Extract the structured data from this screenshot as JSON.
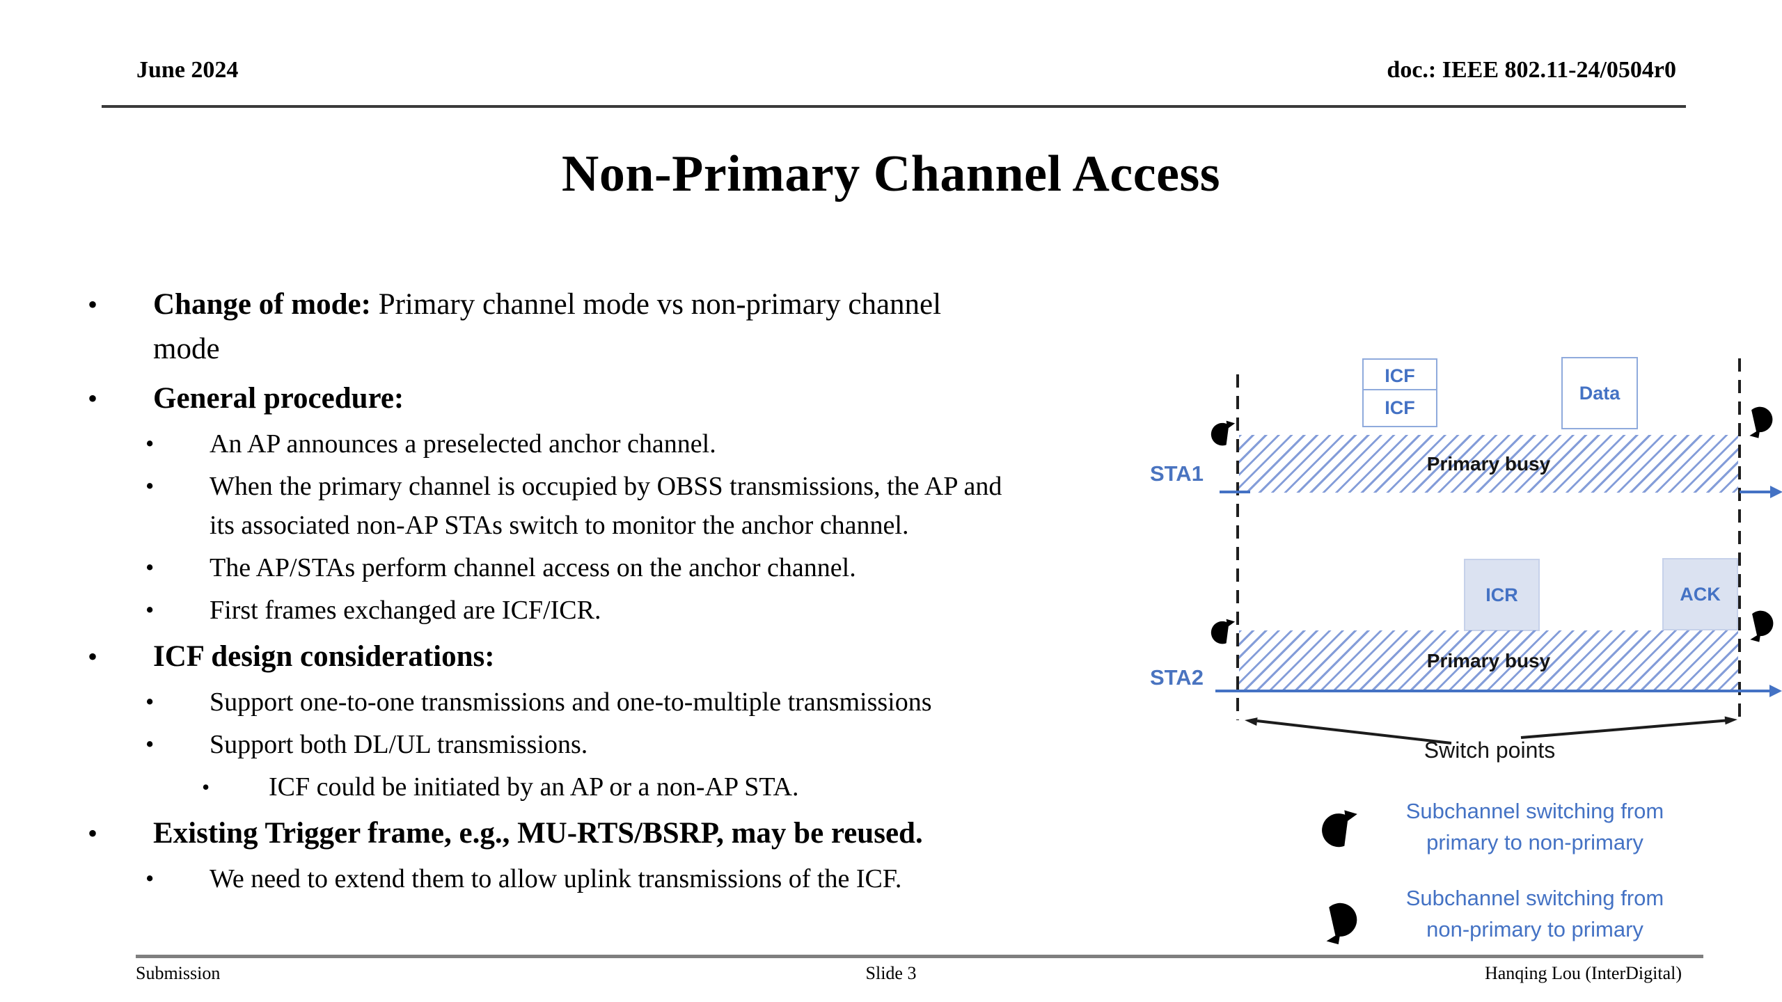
{
  "bullet_marker": "•",
  "header": {
    "date": "June 2024",
    "doc": "doc.: IEEE 802.11-24/0504r0"
  },
  "title": "Non-Primary Channel Access",
  "bullets": [
    {
      "level": 1,
      "bold": "Change of mode:",
      "text": " Primary channel mode vs non-primary channel\nmode"
    },
    {
      "level": 1,
      "bold": "General procedure:",
      "text": ""
    },
    {
      "level": 2,
      "bold": "",
      "text": "An AP announces a preselected anchor channel."
    },
    {
      "level": 2,
      "bold": "",
      "text": "When the primary channel is occupied by OBSS transmissions, the AP and\nits associated non-AP STAs switch to monitor the anchor channel."
    },
    {
      "level": 2,
      "bold": "",
      "text": "The AP/STAs perform channel access on the anchor channel."
    },
    {
      "level": 2,
      "bold": "",
      "text": "First frames exchanged are ICF/ICR."
    },
    {
      "level": 1,
      "bold": "ICF design considerations:",
      "text": ""
    },
    {
      "level": 2,
      "bold": "",
      "text": "Support one-to-one transmissions and one-to-multiple transmissions"
    },
    {
      "level": 2,
      "bold": "",
      "text": "Support both DL/UL transmissions."
    },
    {
      "level": 3,
      "bold": "",
      "text": "ICF could be initiated by an AP or a non-AP STA."
    },
    {
      "level": 1,
      "bold": "Existing Trigger frame, e.g., MU-RTS/BSRP, may be reused.",
      "text": ""
    },
    {
      "level": 2,
      "bold": "",
      "text": "We need to extend them to allow uplink transmissions of the ICF."
    }
  ],
  "diagram": {
    "sta1": "STA1",
    "sta2": "STA2",
    "icf_top": "ICF",
    "icf_bottom": "ICF",
    "data_box": "Data",
    "icr": "ICR",
    "ack": "ACK",
    "primary_busy_sta1": "Primary busy",
    "primary_busy_sta2": "Primary busy",
    "switch_points": "Switch points",
    "legend_primary_to_nonprimary": "Subchannel switching from\nprimary to non-primary",
    "legend_nonprimary_to_primary": "Subchannel switching from\nnon-primary to primary",
    "colors": {
      "accent_blue": "#4472c4",
      "spin_arrow_blue": "#4a6fbd",
      "hatch_blue": "#6e8cd2",
      "box_fill_light": "#dbe2f1",
      "box_border": "#8faadc",
      "black": "#1c1c1c"
    }
  },
  "footer": {
    "left": "Submission",
    "center": "Slide 3",
    "right": "Hanqing Lou (InterDigital)"
  }
}
